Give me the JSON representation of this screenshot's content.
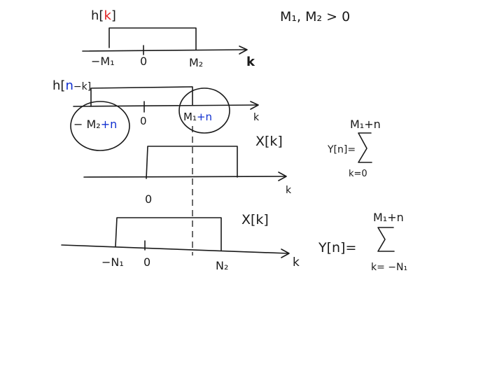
{
  "colors": {
    "ink": "#1a1a1a",
    "red": "#e02020",
    "blue": "#1030d0"
  },
  "condition": "M₁, M₂ > 0",
  "plot1": {
    "func_prefix": "h[",
    "func_var": "k",
    "func_suffix": "]",
    "tick_left": "−M₁",
    "tick_zero": "0",
    "tick_right": "M₂",
    "axis": "k"
  },
  "plot2": {
    "func_prefix": "h[",
    "func_var_n": "n",
    "func_var_rest": "−k]",
    "left_a": "− M₂",
    "left_b": "+n",
    "tick_zero": "0",
    "right_a": "M₁",
    "right_b": "+n",
    "axis": "k"
  },
  "plot3": {
    "func": "X[k]",
    "tick_zero": "0",
    "axis": "k"
  },
  "plot4": {
    "func": "X[k]",
    "tick_left": "−N₁",
    "tick_zero": "0",
    "tick_right": "N₂",
    "axis": "k"
  },
  "sum1": {
    "lhs": "Y[n]=",
    "upper": "M₁+n",
    "lower": "k=0"
  },
  "sum2": {
    "lhs": "Y[n]=",
    "upper": "M₁+n",
    "lower": "k= −N₁"
  }
}
